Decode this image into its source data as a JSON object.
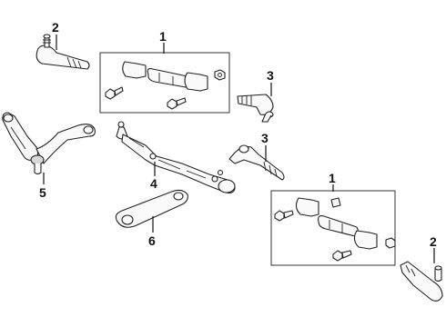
{
  "callouts": {
    "c1_top": "1",
    "c1_bottom": "1",
    "c2_top": "2",
    "c2_bottom": "2",
    "c3_right": "3",
    "c3_center": "3",
    "c4": "4",
    "c5": "5",
    "c6": "6"
  }
}
